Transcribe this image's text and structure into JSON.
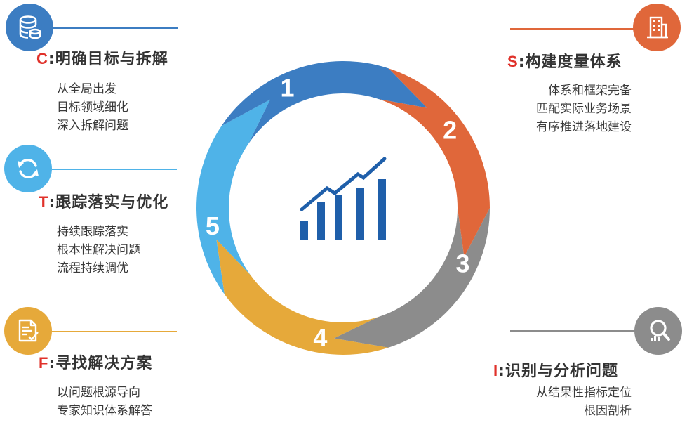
{
  "colors": {
    "blue": "#3c7dc2",
    "orange": "#e0673a",
    "gray": "#8c8c8c",
    "yellow": "#e6a93a",
    "lightblue": "#4fb3e8",
    "letter_red": "#e0312a",
    "chart_blue": "#1f5faa"
  },
  "cycle": {
    "steps": [
      "1",
      "2",
      "3",
      "4",
      "5"
    ]
  },
  "sections": {
    "c": {
      "letter": "C",
      "title": "明确目标与拆解",
      "lines": [
        "从全局出发",
        "目标领域细化",
        "深入拆解问题"
      ],
      "icon": "database-icon"
    },
    "t": {
      "letter": "T",
      "title": "跟踪落实与优化",
      "lines": [
        "持续跟踪落实",
        "根本性解决问题",
        "流程持续调优"
      ],
      "icon": "refresh-icon"
    },
    "f": {
      "letter": "F",
      "title": "寻找解决方案",
      "lines": [
        "以问题根源导向",
        "专家知识体系解答"
      ],
      "icon": "document-check-icon"
    },
    "s": {
      "letter": "S",
      "title": "构建度量体系",
      "lines": [
        "体系和框架完备",
        "匹配实际业务场景",
        "有序推进落地建设"
      ],
      "icon": "building-icon"
    },
    "i": {
      "letter": "I",
      "title": "识别与分析问题",
      "lines": [
        "从结果性指标定位",
        "根因剖析"
      ],
      "icon": "search-chart-icon"
    }
  }
}
